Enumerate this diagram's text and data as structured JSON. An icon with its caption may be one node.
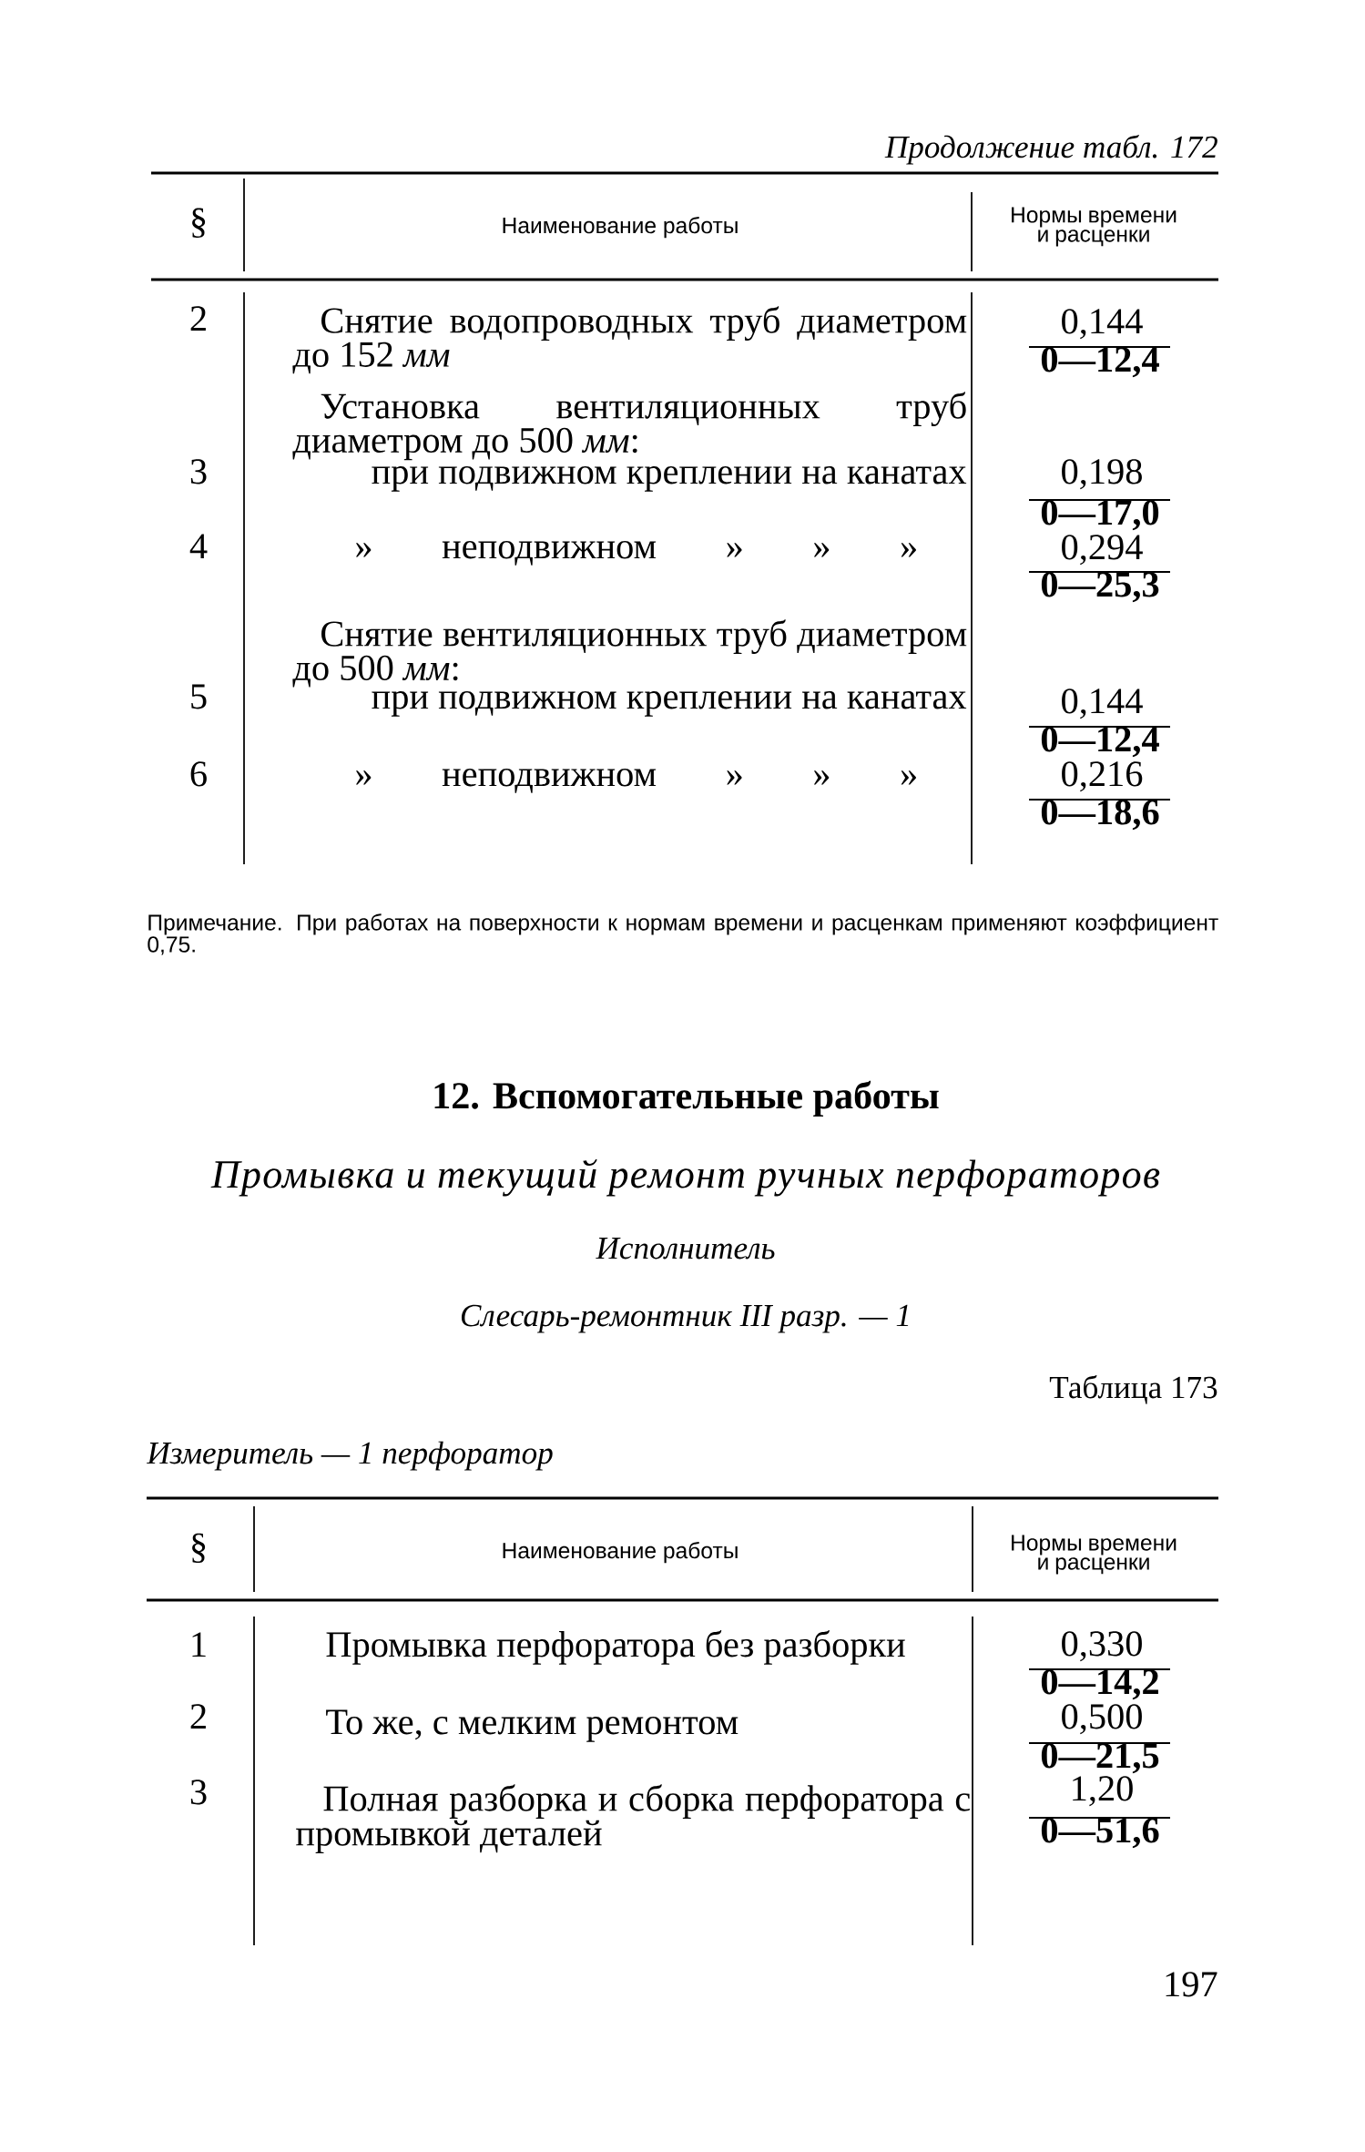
{
  "diagram": {
    "labels": [
      "Продолжение табл. 172",
      "§",
      "Наименование работы",
      "Нормы времени и расценки",
      "2",
      "Снятие водопроводных труб диаметром до 152 *мм*",
      "0,144",
      "0—12,4",
      "Установка вентиляционных труб диаметром до 500 *мм*:",
      "3",
      "при подвижном креплении на канатах",
      "0,198",
      "0—17,0",
      "4",
      "» неподвижном » » »",
      "0,294",
      "0—25,3",
      "Снятие вентиляционных труб диаметром до 500 *мм*:",
      "5",
      "при подвижном креплении на канатах",
      "0,144",
      "0—12,4",
      "6",
      "» неподвижном » » »",
      "0,216",
      "0—18,6",
      "Примечание. При работах на поверхности к нормам времени и расценкам применяют коэффициент 0,75.",
      "12. Вспомогательные работы",
      "Промывка и текущий ремонт ручных перфораторов",
      "Исполнитель",
      "Слесарь-ремонтник III разр. — 1",
      "Таблица 173",
      "Измеритель — 1 перфоратор",
      "§",
      "Наименование работы",
      "Нормы времени и расценки",
      "1",
      "Промывка перфоратора без разборки",
      "0,330",
      "0—14,2",
      "2",
      "То же, с мелким ремонтом",
      "0,500",
      "0—21,5",
      "3",
      "Полная разборка и сборка перфоратора с промывкой деталей",
      "1,20",
      "0—51,6",
      "197"
    ]
  }
}
